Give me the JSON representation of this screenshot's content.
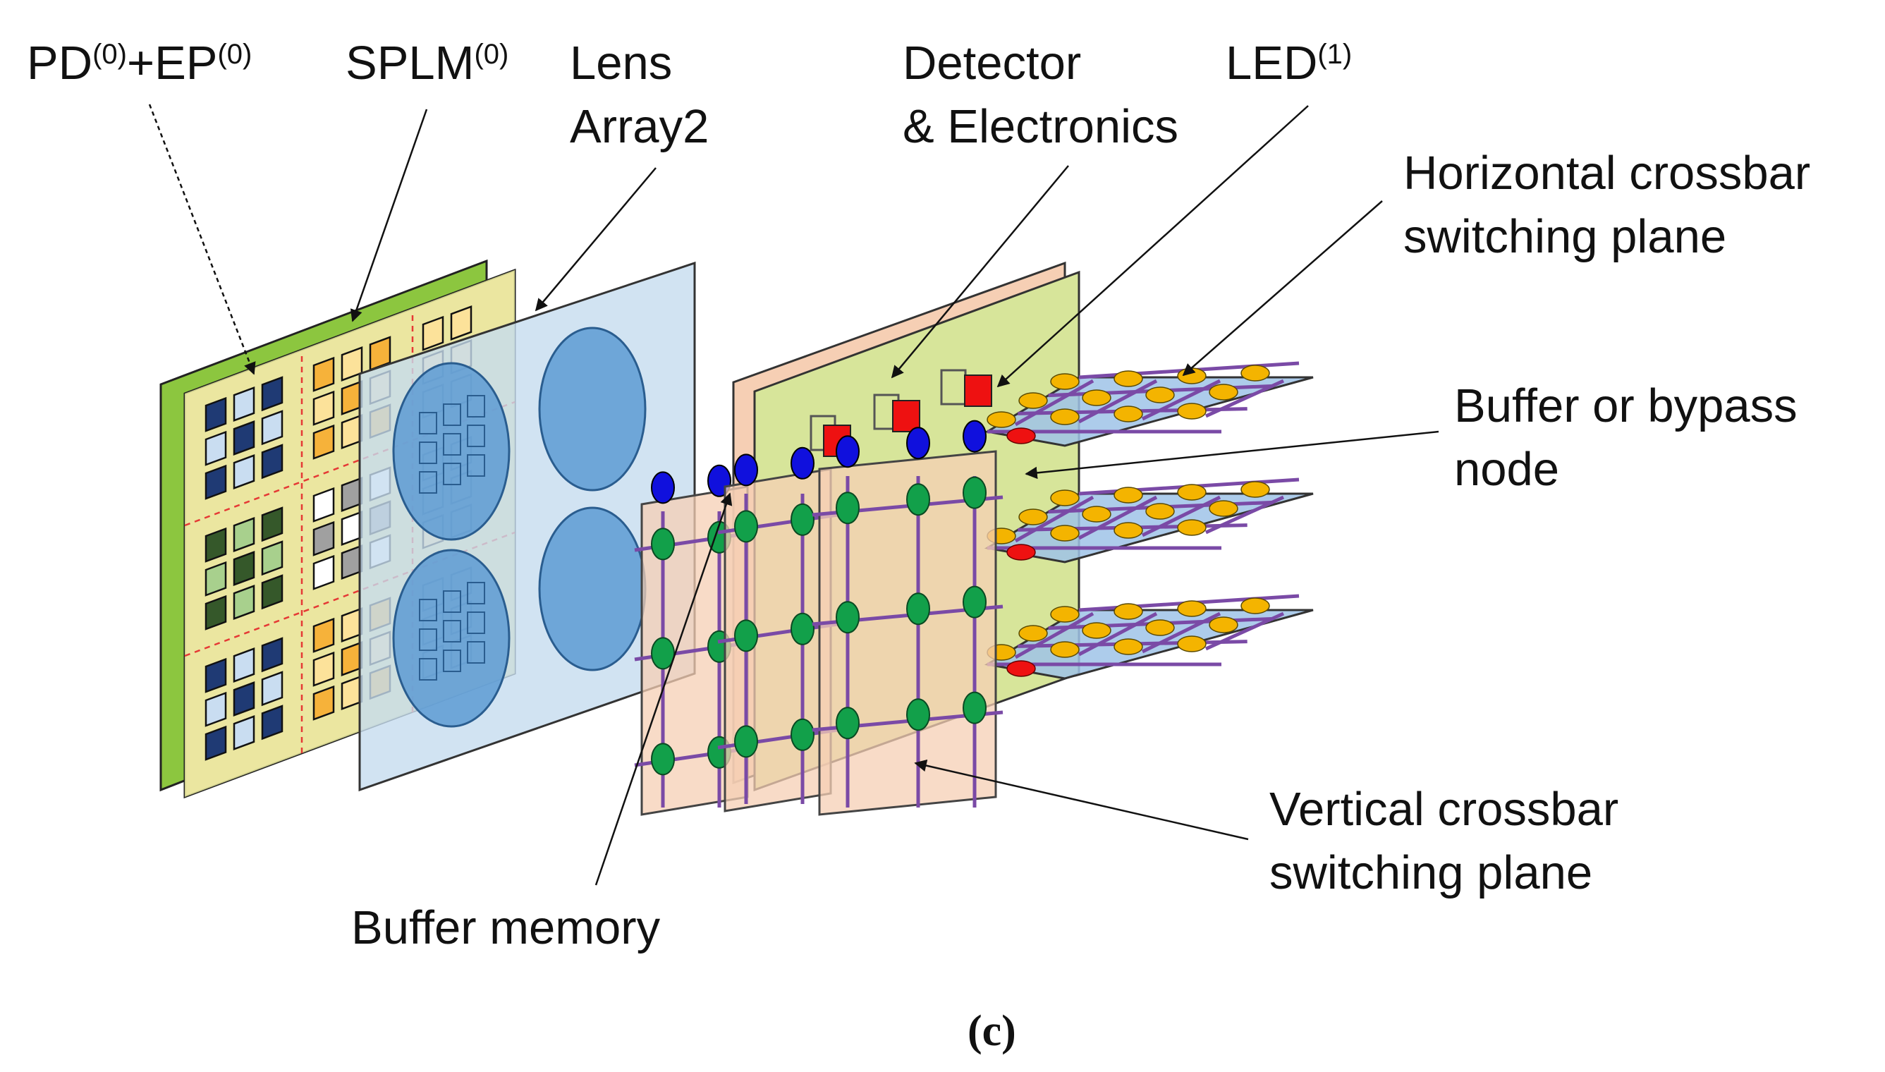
{
  "labels": {
    "pd_ep": {
      "pd": "PD",
      "sup1": "(0)",
      "plus": "+EP",
      "sup2": "(0)"
    },
    "splm": {
      "text": "SPLM",
      "sup": "(0)"
    },
    "lens_line1": "Lens",
    "lens_line2": "Array2",
    "detector_line1": "Detector",
    "detector_line2": "& Electronics",
    "led": {
      "text": "LED",
      "sup": "(1)"
    },
    "horizontal_line1": "Horizontal crossbar",
    "horizontal_line2": "switching plane",
    "buffer_node_line1": "Buffer or bypass",
    "buffer_node_line2": "node",
    "vertical_line1": "Vertical crossbar",
    "vertical_line2": "switching plane",
    "buffer_memory": "Buffer memory",
    "caption": "(c)"
  },
  "colors": {
    "green_plane": "#8cc63f",
    "yellow_plane": "#e9ea9c",
    "peach_plane": "#f6cfb4",
    "lens_plane": "#c5dcef",
    "lens_circle": "#5d9bd3",
    "crossbar_plane": "#9fc3e8",
    "crossbar_line": "#7a4aa6",
    "node_yellow": "#f4b400",
    "node_red": "#ee1111",
    "node_green": "#12a04a",
    "node_blue": "#1010dd",
    "pixel_dark_blue": "#1f3a74",
    "pixel_light_blue": "#c9ddf1",
    "pixel_dark_green": "#35582a",
    "pixel_light_green": "#a8d08d",
    "pixel_orange": "#f6b23a",
    "pixel_light_yellow": "#fce29a"
  }
}
